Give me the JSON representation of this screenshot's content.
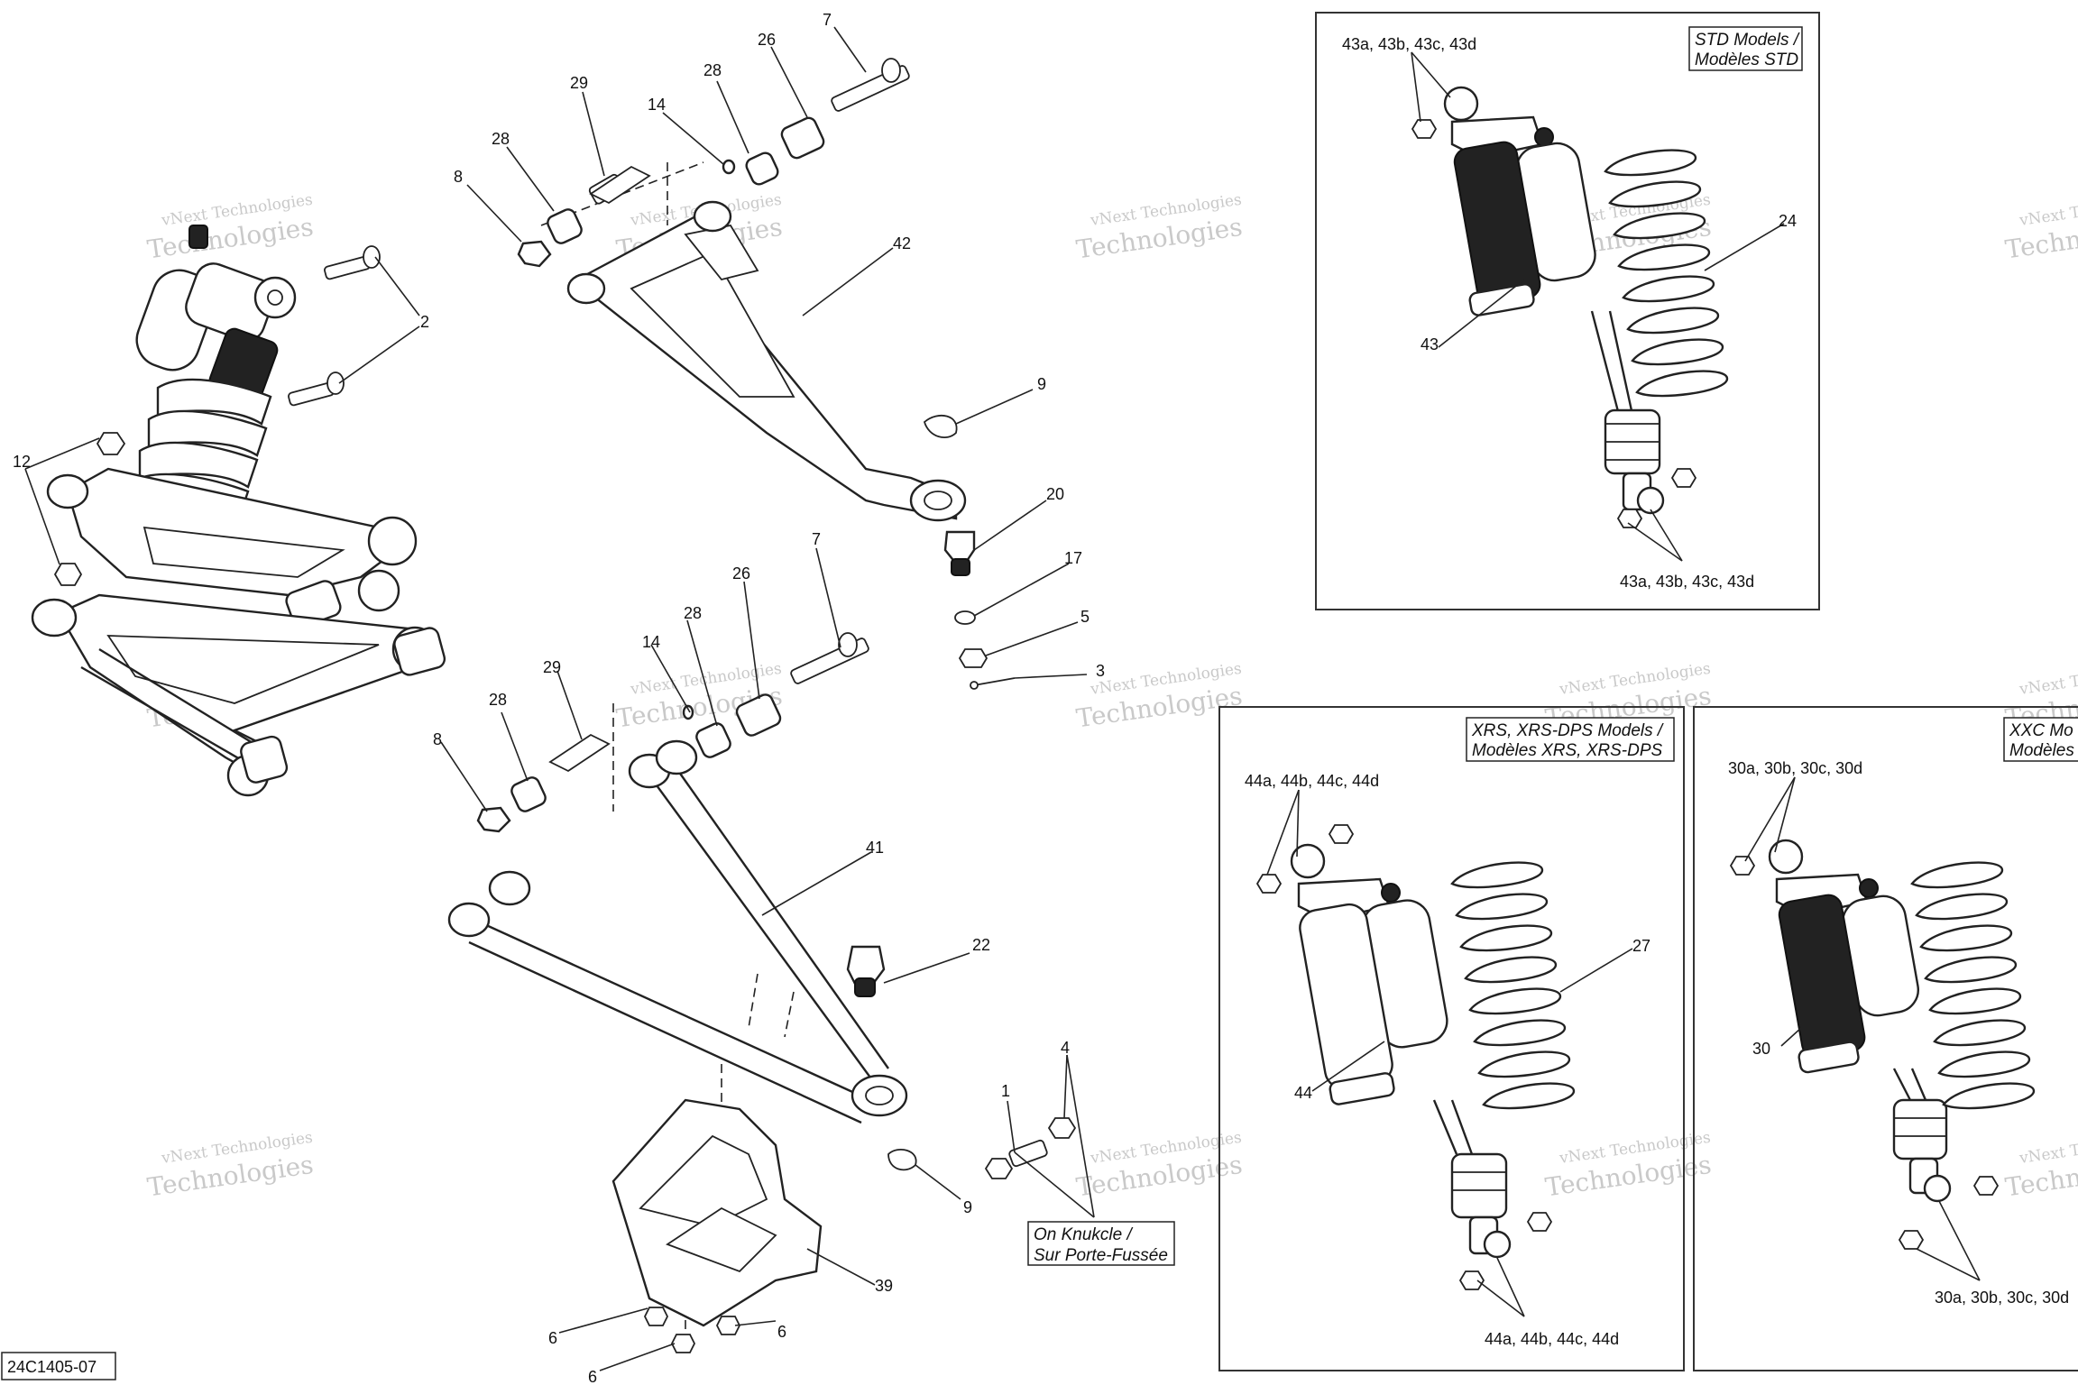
{
  "diagram_code": "24C1405-07",
  "watermark": {
    "line1": "vNext Technologies",
    "line2": "Technologies"
  },
  "boxes": {
    "std": {
      "line1": "STD Models /",
      "line2": "Modèles STD"
    },
    "xrs": {
      "line1": "XRS, XRS-DPS Models /",
      "line2": "Modèles XRS, XRS-DPS"
    },
    "xxc": {
      "line1": "XXC Mo",
      "line2": "Modèles"
    },
    "knuckle": {
      "line1": "On Knukcle /",
      "line2": "Sur Porte-Fussée"
    }
  },
  "callouts": [
    {
      "id": "c7a",
      "text": "7"
    },
    {
      "id": "c26a",
      "text": "26"
    },
    {
      "id": "c28a",
      "text": "28"
    },
    {
      "id": "c14a",
      "text": "14"
    },
    {
      "id": "c29a",
      "text": "29"
    },
    {
      "id": "c28b",
      "text": "28"
    },
    {
      "id": "c8a",
      "text": "8"
    },
    {
      "id": "c42",
      "text": "42"
    },
    {
      "id": "c2",
      "text": "2"
    },
    {
      "id": "c12",
      "text": "12"
    },
    {
      "id": "c9a",
      "text": "9"
    },
    {
      "id": "c20",
      "text": "20"
    },
    {
      "id": "c17",
      "text": "17"
    },
    {
      "id": "c5",
      "text": "5"
    },
    {
      "id": "c3",
      "text": "3"
    },
    {
      "id": "c7b",
      "text": "7"
    },
    {
      "id": "c26b",
      "text": "26"
    },
    {
      "id": "c28c",
      "text": "28"
    },
    {
      "id": "c14b",
      "text": "14"
    },
    {
      "id": "c29b",
      "text": "29"
    },
    {
      "id": "c28d",
      "text": "28"
    },
    {
      "id": "c8b",
      "text": "8"
    },
    {
      "id": "c41",
      "text": "41"
    },
    {
      "id": "c22",
      "text": "22"
    },
    {
      "id": "c9b",
      "text": "9"
    },
    {
      "id": "c39",
      "text": "39"
    },
    {
      "id": "c6a",
      "text": "6"
    },
    {
      "id": "c6b",
      "text": "6"
    },
    {
      "id": "c6c",
      "text": "6"
    },
    {
      "id": "c1",
      "text": "1"
    },
    {
      "id": "c4",
      "text": "4"
    },
    {
      "id": "c43top",
      "text": "43a, 43b, 43c, 43d"
    },
    {
      "id": "c43",
      "text": "43"
    },
    {
      "id": "c24",
      "text": "24"
    },
    {
      "id": "c43bot",
      "text": "43a, 43b, 43c, 43d"
    },
    {
      "id": "c44top",
      "text": "44a, 44b, 44c, 44d"
    },
    {
      "id": "c44",
      "text": "44"
    },
    {
      "id": "c27",
      "text": "27"
    },
    {
      "id": "c44bot",
      "text": "44a, 44b, 44c, 44d"
    },
    {
      "id": "c30top",
      "text": "30a, 30b, 30c, 30d"
    },
    {
      "id": "c30",
      "text": "30"
    },
    {
      "id": "c30bot",
      "text": "30a, 30b, 30c, 30d"
    }
  ]
}
